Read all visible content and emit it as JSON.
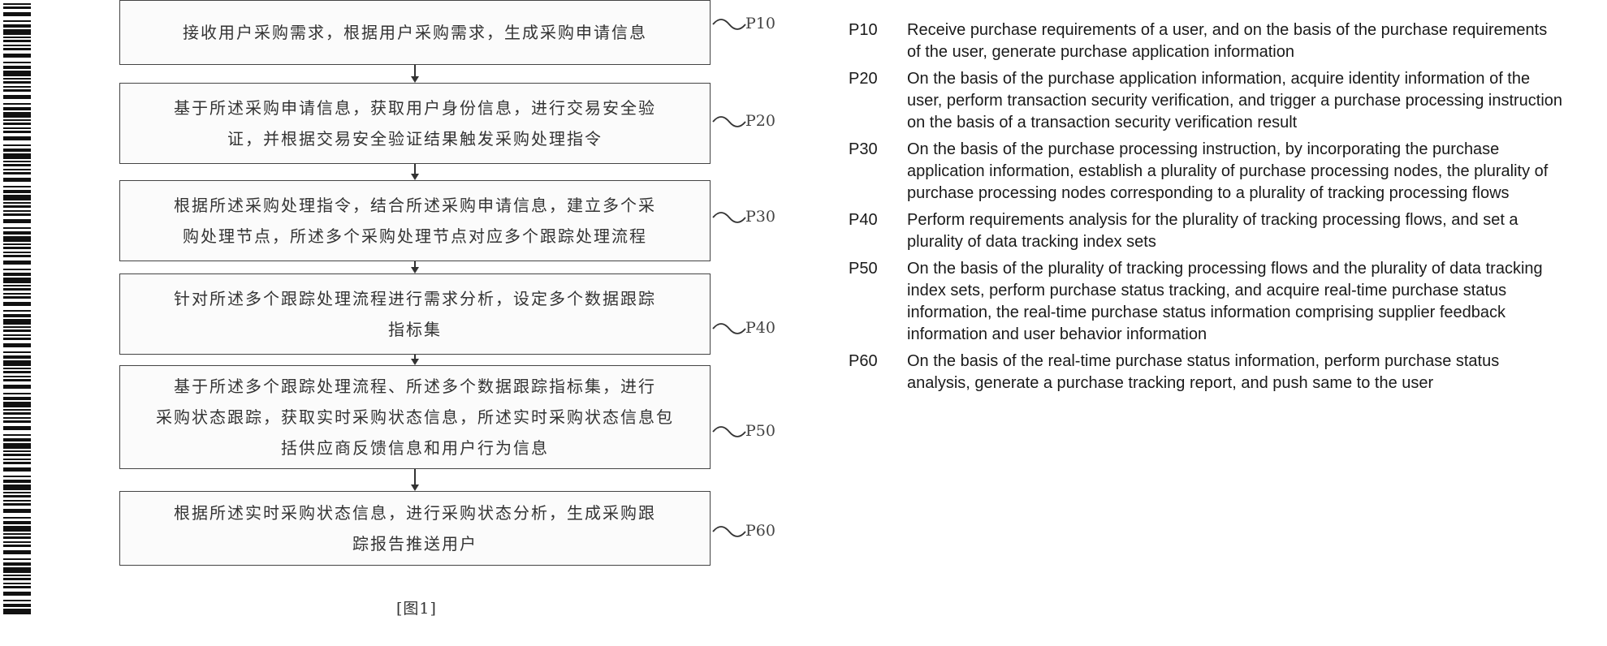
{
  "steps": [
    {
      "code": "P10",
      "cn": [
        "接收用户采购需求，根据用户采购需求，生成采购申请信息"
      ]
    },
    {
      "code": "P20",
      "cn": [
        "基于所述采购申请信息，获取用户身份信息，进行交易安全验",
        "证，并根据交易安全验证结果触发采购处理指令"
      ]
    },
    {
      "code": "P30",
      "cn": [
        "根据所述采购处理指令，结合所述采购申请信息，建立多个采",
        "购处理节点，所述多个采购处理节点对应多个跟踪处理流程"
      ]
    },
    {
      "code": "P40",
      "cn": [
        "针对所述多个跟踪处理流程进行需求分析，设定多个数据跟踪",
        "指标集"
      ]
    },
    {
      "code": "P50",
      "cn": [
        "基于所述多个跟踪处理流程、所述多个数据跟踪指标集，进行",
        "采购状态跟踪，获取实时采购状态信息，所述实时采购状态信息包",
        "括供应商反馈信息和用户行为信息"
      ]
    },
    {
      "code": "P60",
      "cn": [
        "根据所述实时采购状态信息，进行采购状态分析，生成采购跟",
        "踪报告推送用户"
      ]
    }
  ],
  "figure_caption": "[图1]",
  "legend": [
    {
      "code": "P10",
      "text": "Receive purchase requirements of a user, and on the basis of the purchase requirements of the user, generate purchase application information"
    },
    {
      "code": "P20",
      "text": "On the basis of the purchase application information, acquire identity information of the user, perform transaction security verification, and trigger a purchase processing instruction on the basis of a transaction security verification result"
    },
    {
      "code": "P30",
      "text": "On the basis of the purchase processing instruction, by incorporating the purchase application information, establish a plurality of purchase processing nodes, the plurality of purchase processing nodes corresponding to a plurality of tracking processing flows"
    },
    {
      "code": "P40",
      "text": "Perform requirements analysis for the plurality of tracking processing flows, and set a plurality of data tracking index sets"
    },
    {
      "code": "P50",
      "text": "On the basis of the plurality of tracking processing flows and the plurality of data tracking index sets, perform purchase status tracking, and acquire real-time purchase status information, the real-time purchase status information comprising supplier feedback information and user behavior information"
    },
    {
      "code": "P60",
      "text": "On the basis of the real-time purchase status information, perform purchase status analysis, generate a purchase tracking report, and push same to the user"
    }
  ]
}
